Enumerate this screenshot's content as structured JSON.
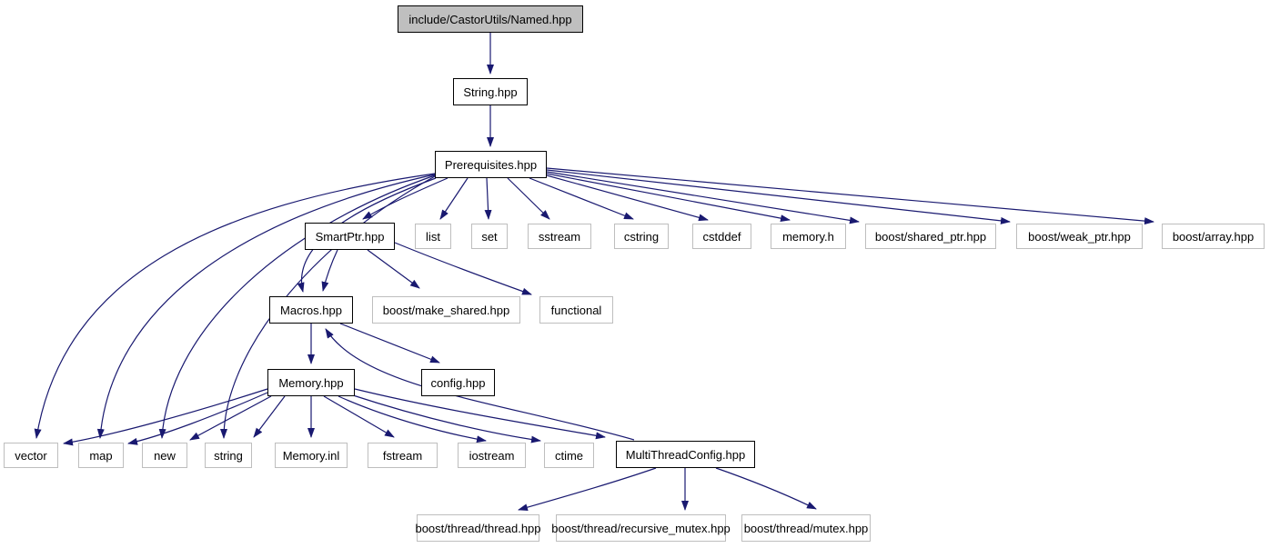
{
  "diagram": {
    "type": "include-dependency-graph",
    "colors": {
      "edge": "#191970",
      "main_node_fill": "#bfbfbf",
      "internal_node_border": "#000000",
      "leaf_node_border": "#bebebe",
      "node_fill": "#ffffff",
      "text": "#000000"
    }
  },
  "nodes": {
    "named": {
      "label": "include/CastorUtils/Named.hpp"
    },
    "string_hpp": {
      "label": "String.hpp"
    },
    "prerequisites": {
      "label": "Prerequisites.hpp"
    },
    "smartptr": {
      "label": "SmartPtr.hpp"
    },
    "list": {
      "label": "list"
    },
    "set": {
      "label": "set"
    },
    "sstream": {
      "label": "sstream"
    },
    "cstring": {
      "label": "cstring"
    },
    "cstddef": {
      "label": "cstddef"
    },
    "memory_h": {
      "label": "memory.h"
    },
    "boost_shared_ptr": {
      "label": "boost/shared_ptr.hpp"
    },
    "boost_weak_ptr": {
      "label": "boost/weak_ptr.hpp"
    },
    "boost_array": {
      "label": "boost/array.hpp"
    },
    "macros": {
      "label": "Macros.hpp"
    },
    "boost_make_shared": {
      "label": "boost/make_shared.hpp"
    },
    "functional": {
      "label": "functional"
    },
    "memory_hpp": {
      "label": "Memory.hpp"
    },
    "config": {
      "label": "config.hpp"
    },
    "vector": {
      "label": "vector"
    },
    "map": {
      "label": "map"
    },
    "new": {
      "label": "new"
    },
    "string_std": {
      "label": "string"
    },
    "memory_inl": {
      "label": "Memory.inl"
    },
    "fstream": {
      "label": "fstream"
    },
    "iostream": {
      "label": "iostream"
    },
    "ctime": {
      "label": "ctime"
    },
    "multithreadconfig": {
      "label": "MultiThreadConfig.hpp"
    },
    "thread": {
      "label": "boost/thread/thread.hpp"
    },
    "recursive_mutex": {
      "label": "boost/thread/recursive_mutex.hpp"
    },
    "mutex": {
      "label": "boost/thread/mutex.hpp"
    }
  },
  "edges": [
    "named -> string_hpp",
    "string_hpp -> prerequisites",
    "prerequisites -> smartptr",
    "prerequisites -> list",
    "prerequisites -> set",
    "prerequisites -> sstream",
    "prerequisites -> cstring",
    "prerequisites -> cstddef",
    "prerequisites -> memory_h",
    "prerequisites -> boost_shared_ptr",
    "prerequisites -> boost_weak_ptr",
    "prerequisites -> boost_array",
    "prerequisites -> vector",
    "prerequisites -> map",
    "prerequisites -> new",
    "prerequisites -> string_std",
    "prerequisites -> macros",
    "smartptr -> macros",
    "smartptr -> boost_make_shared",
    "smartptr -> functional",
    "macros -> memory_hpp",
    "macros -> config",
    "memory_hpp -> vector",
    "memory_hpp -> map",
    "memory_hpp -> new",
    "memory_hpp -> string_std",
    "memory_hpp -> memory_inl",
    "memory_hpp -> fstream",
    "memory_hpp -> iostream",
    "memory_hpp -> ctime",
    "memory_hpp -> multithreadconfig",
    "multithreadconfig -> macros",
    "multithreadconfig -> thread",
    "multithreadconfig -> recursive_mutex",
    "multithreadconfig -> mutex"
  ]
}
